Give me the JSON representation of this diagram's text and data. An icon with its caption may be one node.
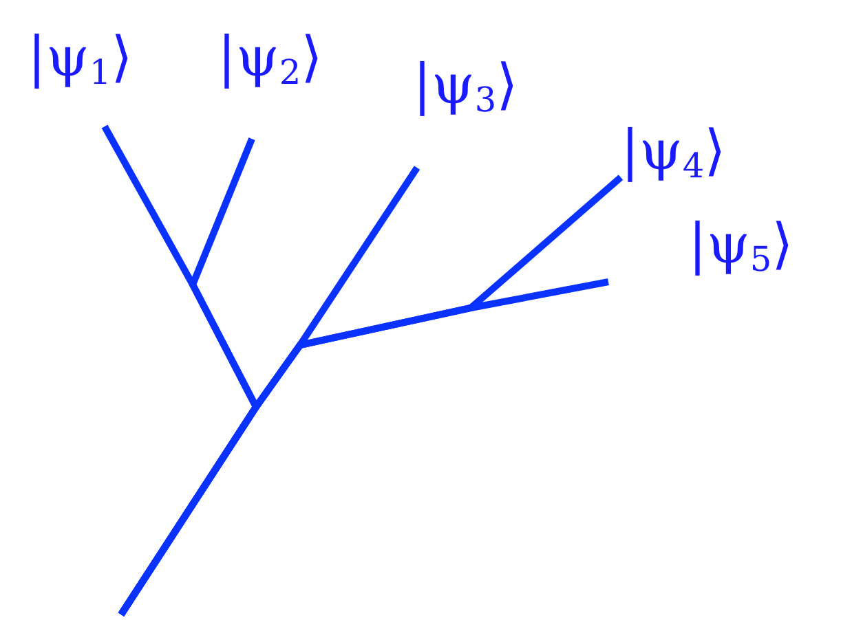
{
  "diagram": {
    "nodes": [
      {
        "text": [
          "|ψ$_{1}$⟩"
        ]
      },
      {
        "text": [
          "|ψ$_{2}$⟩"
        ]
      },
      {
        "text": [
          "|ψ$_{3}$⟩"
        ]
      },
      {
        "text": [
          "|ψ$_{4}$⟩"
        ]
      },
      {
        "text": [
          "|ψ$_{5}$⟩"
        ]
      }
    ],
    "edges": [
      {
        "from": null,
        "to": 0,
        "arrow": "none"
      },
      {
        "from": null,
        "to": 1,
        "arrow": "none"
      },
      {
        "from": null,
        "to": 2,
        "arrow": "none"
      },
      {
        "from": null,
        "to": 3,
        "arrow": "none"
      },
      {
        "from": null,
        "to": 4,
        "arrow": "none"
      }
    ]
  }
}
